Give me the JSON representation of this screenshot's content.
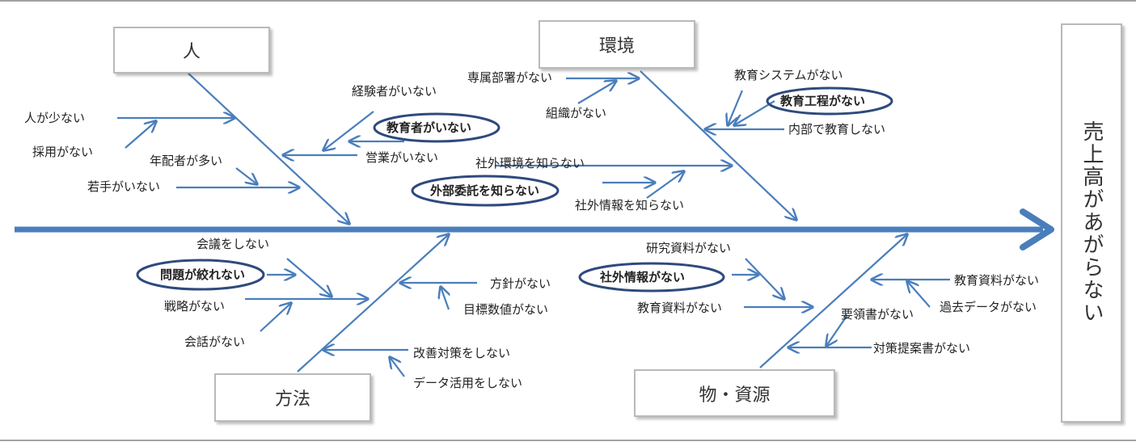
{
  "effect": "売上高があがらない",
  "categories": {
    "people": "人",
    "environment": "環境",
    "method": "方法",
    "materials": "物・資源"
  },
  "people_causes": {
    "few_people": "人が少ない",
    "no_hiring": "採用がない",
    "elderly": "年配者が多い",
    "no_young": "若手がいない",
    "no_experienced": "経験者がいない",
    "no_educators": "教育者がいない",
    "no_sales": "営業がいない"
  },
  "environment_causes": {
    "no_dept": "専属部署がない",
    "no_org": "組織がない",
    "no_edu_system": "教育システムがない",
    "no_edu_process": "教育工程がない",
    "no_internal_edu": "内部で教育しない",
    "outside_env": "社外環境を知らない",
    "outsourcing": "外部委託を知らない",
    "outside_info": "社外情報を知らない"
  },
  "method_causes": {
    "no_meetings": "会議をしない",
    "cannot_narrow": "問題が絞れない",
    "no_strategy": "戦略がない",
    "no_talk": "会話がない",
    "no_policy": "方針がない",
    "no_target": "目標数値がない",
    "no_improvement": "改善対策をしない",
    "no_data_use": "データ活用をしない"
  },
  "materials_causes": {
    "no_research": "研究資料がない",
    "outside_info": "社外情報がない",
    "no_edu_material": "教育資料がない",
    "no_edu_material_r": "教育資料がない",
    "no_past_data": "過去データがない",
    "no_manual": "要領書がない",
    "no_proposal": "対策提案書がない"
  },
  "colors": {
    "line": "#4a7ebb",
    "circle": "#2e4a7d",
    "box_border": "#b9b9b9"
  }
}
